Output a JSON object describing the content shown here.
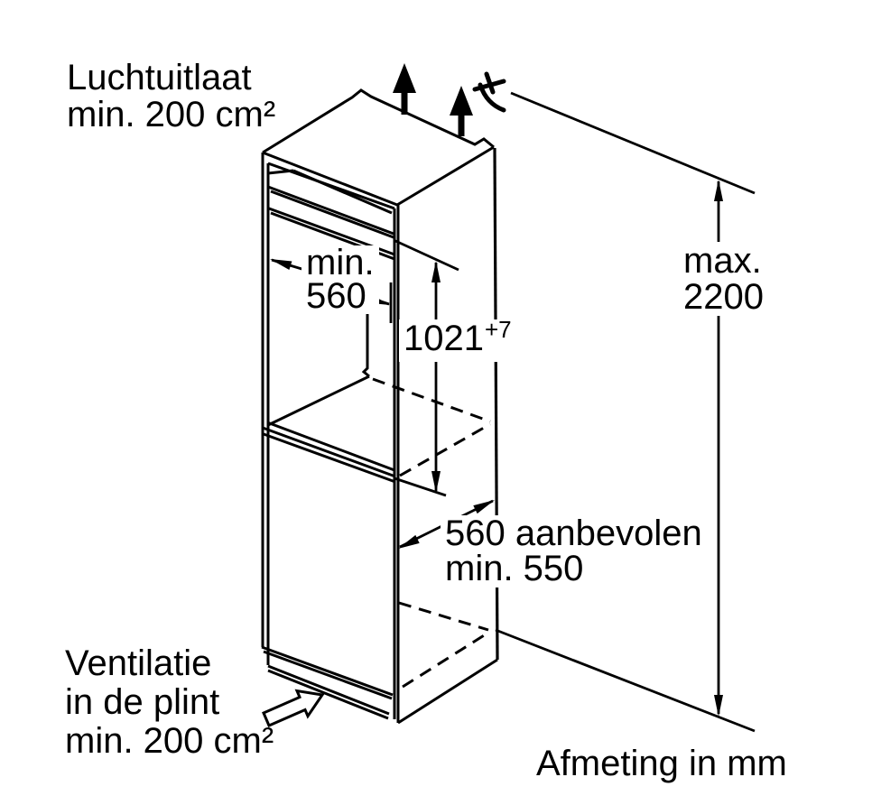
{
  "page": {
    "background": "#ffffff",
    "line_color": "#000000",
    "text_color": "#000000"
  },
  "labels": {
    "air_outlet_line1": "Luchtuitlaat",
    "air_outlet_line2": "min. 200 cm²",
    "max_height_line1": "max.",
    "max_height_line2": "2200",
    "niche_width_line1": "min.",
    "niche_width_line2": "560",
    "niche_height_value": "1021",
    "niche_height_tolerance": "+7",
    "depth_line1": "560 aanbevolen",
    "depth_line2": "min. 550",
    "vent_line1": "Ventilatie",
    "vent_line2": "in de plint",
    "vent_line3": "min. 200 cm²",
    "units_note": "Afmeting in mm"
  },
  "icons": {
    "airflow_up_arrow": "↑",
    "do_not_cover": "✗",
    "plinth_airflow_arrow": "⇗"
  }
}
